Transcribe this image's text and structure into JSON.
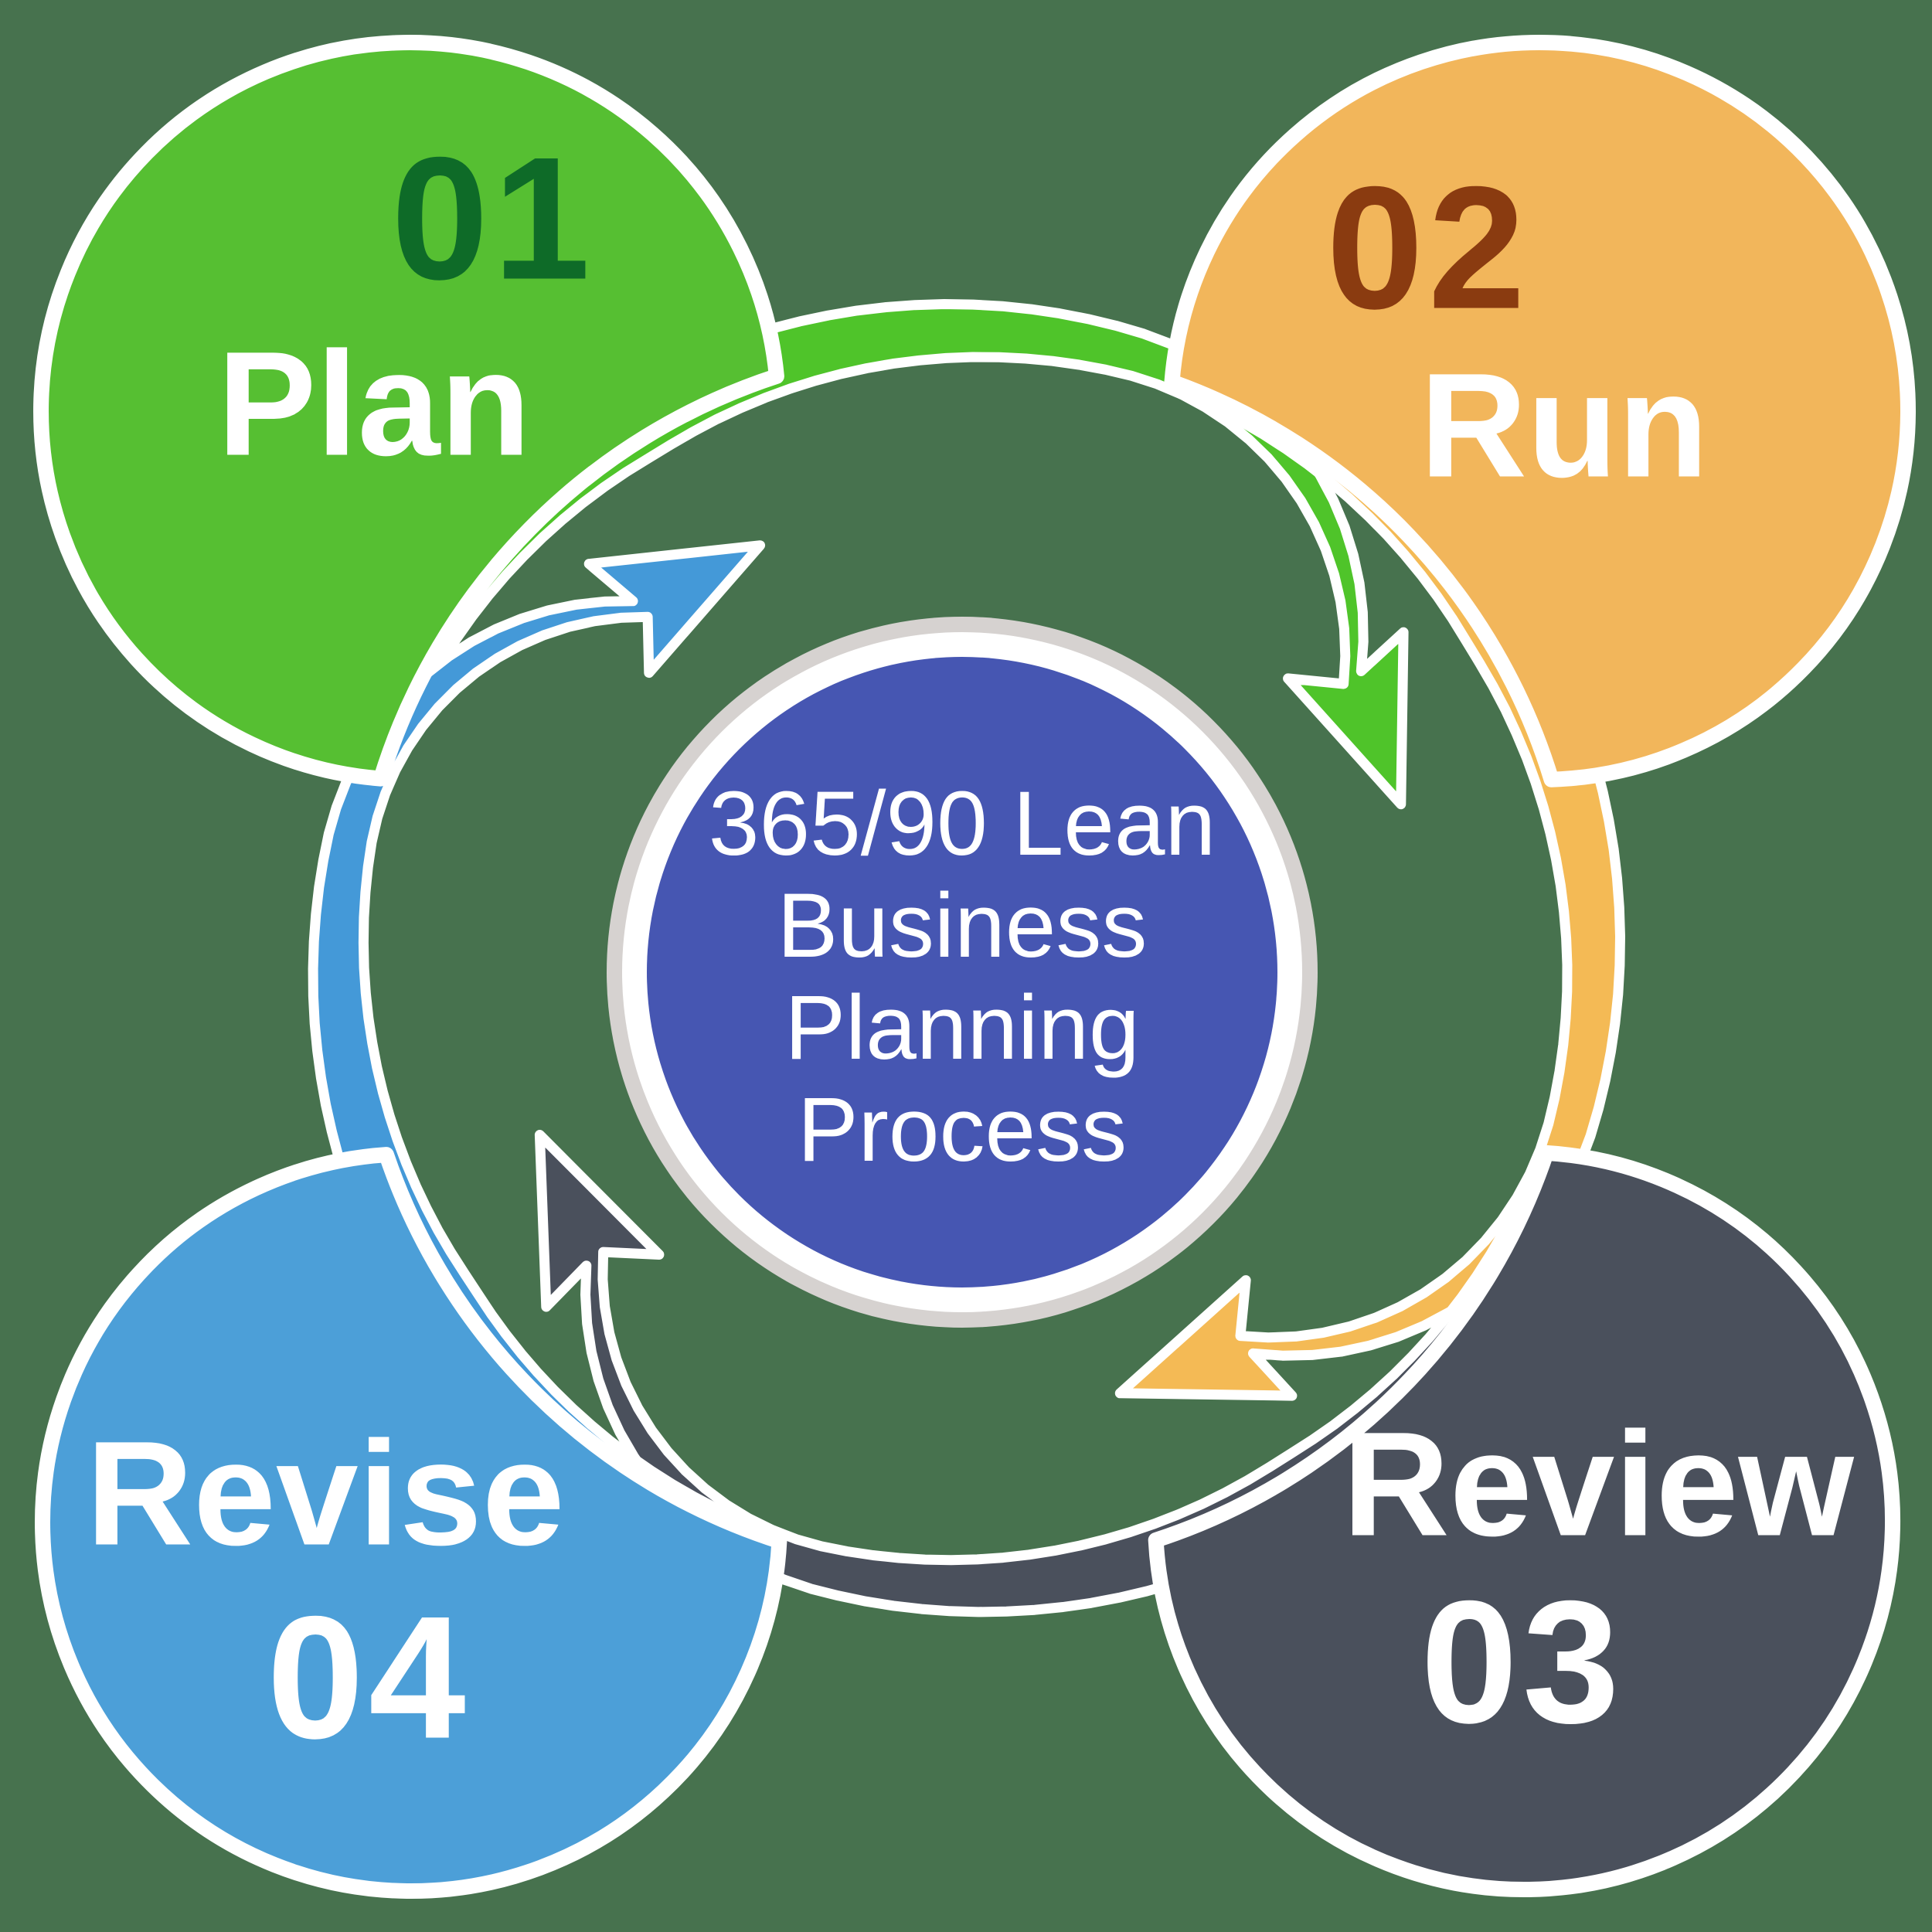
{
  "background_color": "#47724E",
  "outline_color": "#FFFFFF",
  "center": {
    "lines": [
      "365/90 Lean",
      "Business",
      "Planning",
      "Process"
    ],
    "circle_color": "#4656B2",
    "ring_color": "#FFFFFF",
    "shadow_ring_color": "#D6D2D0",
    "text_color": "#FFFFFF"
  },
  "steps": [
    {
      "id": "plan",
      "number": "01",
      "label": "Plan",
      "position": "top-left",
      "circle_color": "#56BF32",
      "number_color": "#0E6B28",
      "label_color": "#FFFFFF",
      "arrow_color": "#4FC42A",
      "arrow_icon": "curved-arrow-clockwise"
    },
    {
      "id": "run",
      "number": "02",
      "label": "Run",
      "position": "top-right",
      "circle_color": "#F2B65B",
      "number_color": "#8A3B10",
      "label_color": "#FFFFFF",
      "arrow_color": "#F4BA55",
      "arrow_icon": "curved-arrow-clockwise"
    },
    {
      "id": "review",
      "number": "03",
      "label": "Review",
      "position": "bottom-right",
      "circle_color": "#4A505C",
      "number_color": "#FFFFFF",
      "label_color": "#FFFFFF",
      "arrow_color": "#4A505C",
      "arrow_icon": "curved-arrow-clockwise"
    },
    {
      "id": "revise",
      "number": "04",
      "label": "Revise",
      "position": "bottom-left",
      "circle_color": "#4C9FD8",
      "number_color": "#FFFFFF",
      "label_color": "#FFFFFF",
      "arrow_color": "#4499D8",
      "arrow_icon": "curved-arrow-clockwise"
    }
  ]
}
